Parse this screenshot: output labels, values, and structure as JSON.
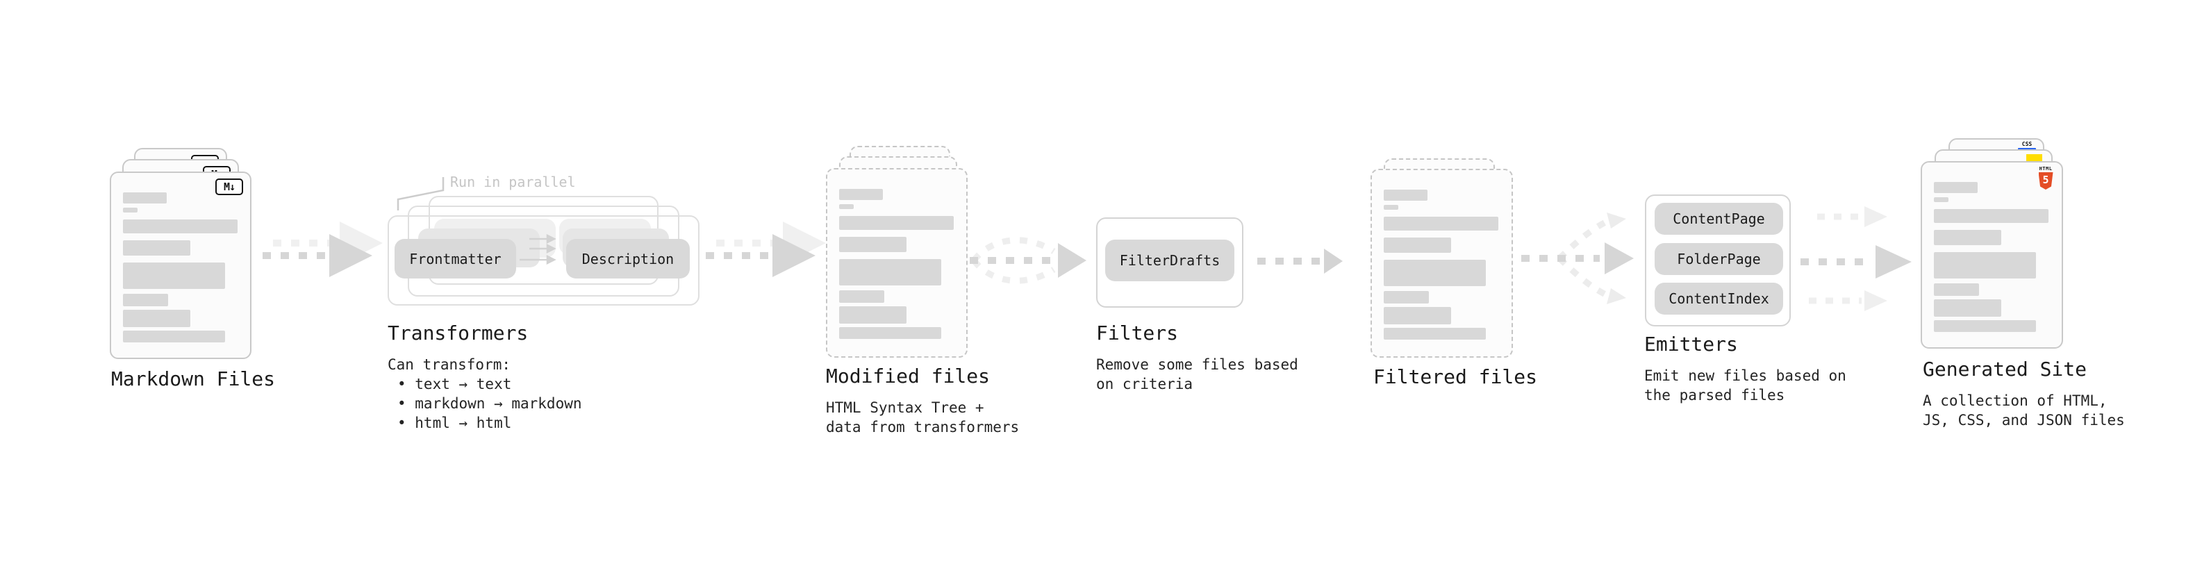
{
  "colors": {
    "card_border": "#c9c9c9",
    "dashed_border": "#c6c6c6",
    "bar_fill": "#d8d8d8",
    "pill_fill": "#d9d9d9",
    "arrow_gray": "#d6d6d6",
    "arrow_light": "#efefef",
    "text": "#1b1b1b",
    "note_gray": "#c5c5c5",
    "html5_orange": "#e44d26",
    "js_yellow": "#ffdd00",
    "css_blue": "#2965f1"
  },
  "nodes": {
    "markdown_files": {
      "label": "Markdown Files",
      "badge": "M↓"
    },
    "transformers": {
      "label": "Transformers",
      "note": "Run in parallel",
      "pill_frontmatter": "Frontmatter",
      "pill_description": "Description",
      "caption": "Can transform:",
      "bullets": [
        "• text → text",
        "• markdown → markdown",
        "• html → html"
      ]
    },
    "modified_files": {
      "label": "Modified files",
      "caption_lines": [
        "HTML Syntax Tree +",
        "data from transformers"
      ]
    },
    "filters": {
      "label": "Filters",
      "pill": "FilterDrafts",
      "caption_lines": [
        "Remove some files based",
        "on criteria"
      ]
    },
    "filtered_files": {
      "label": "Filtered files"
    },
    "emitters": {
      "label": "Emitters",
      "pills": [
        "ContentPage",
        "FolderPage",
        "ContentIndex"
      ],
      "caption_lines": [
        "Emit new files based on",
        "the parsed files"
      ]
    },
    "generated_site": {
      "label": "Generated Site",
      "css_badge": "CSS",
      "html_badge_label": "HTML",
      "html_badge_number": "5",
      "caption_lines": [
        "A collection of HTML,",
        "JS, CSS, and JSON files"
      ]
    }
  }
}
